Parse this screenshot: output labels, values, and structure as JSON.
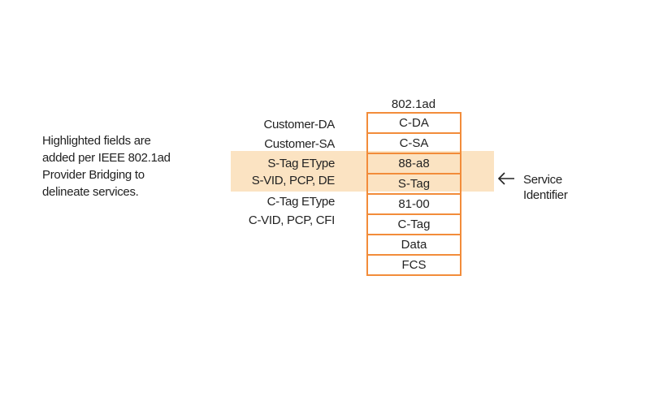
{
  "note": {
    "lines": [
      "Highlighted fields are",
      "added per IEEE 802.1ad",
      "Provider Bridging to",
      "delineate services."
    ]
  },
  "frame": {
    "header": "802.1ad",
    "rows": [
      {
        "label": "Customer-DA",
        "value": "C-DA"
      },
      {
        "label": "Customer-SA",
        "value": "C-SA"
      },
      {
        "label": "S-Tag EType",
        "value": "88-a8"
      },
      {
        "label": "S-VID, PCP, DE",
        "value": "S-Tag"
      },
      {
        "label": "C-Tag EType",
        "value": "81-00"
      },
      {
        "label": "C-VID, PCP, CFI",
        "value": "C-Tag"
      },
      {
        "label": "",
        "value": "Data"
      },
      {
        "label": "",
        "value": "FCS"
      }
    ]
  },
  "pointer": {
    "lines": [
      "Service",
      "Identifier"
    ]
  },
  "colors": {
    "border": "#f28c3a",
    "highlight": "#fbe3c2",
    "text": "#222222"
  },
  "icons": {
    "pointer": "left-arrow-icon"
  }
}
